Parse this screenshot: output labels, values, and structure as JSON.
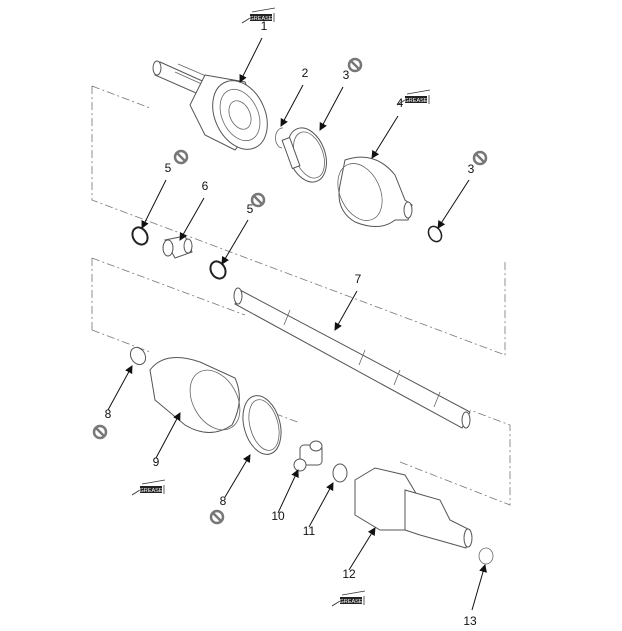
{
  "diagram": {
    "callouts": [
      {
        "label": "1"
      },
      {
        "label": "2"
      },
      {
        "label": "3"
      },
      {
        "label": "4"
      },
      {
        "label": "5"
      },
      {
        "label": "6"
      },
      {
        "label": "5"
      },
      {
        "label": "3"
      },
      {
        "label": "7"
      },
      {
        "label": "8"
      },
      {
        "label": "9"
      },
      {
        "label": "8"
      },
      {
        "label": "10"
      },
      {
        "label": "11"
      },
      {
        "label": "12"
      },
      {
        "label": "13"
      }
    ],
    "grease_tag": "GREASE",
    "symbols": {
      "no_reuse": "do-not-reuse-icon",
      "grease": "grease-icon"
    }
  }
}
